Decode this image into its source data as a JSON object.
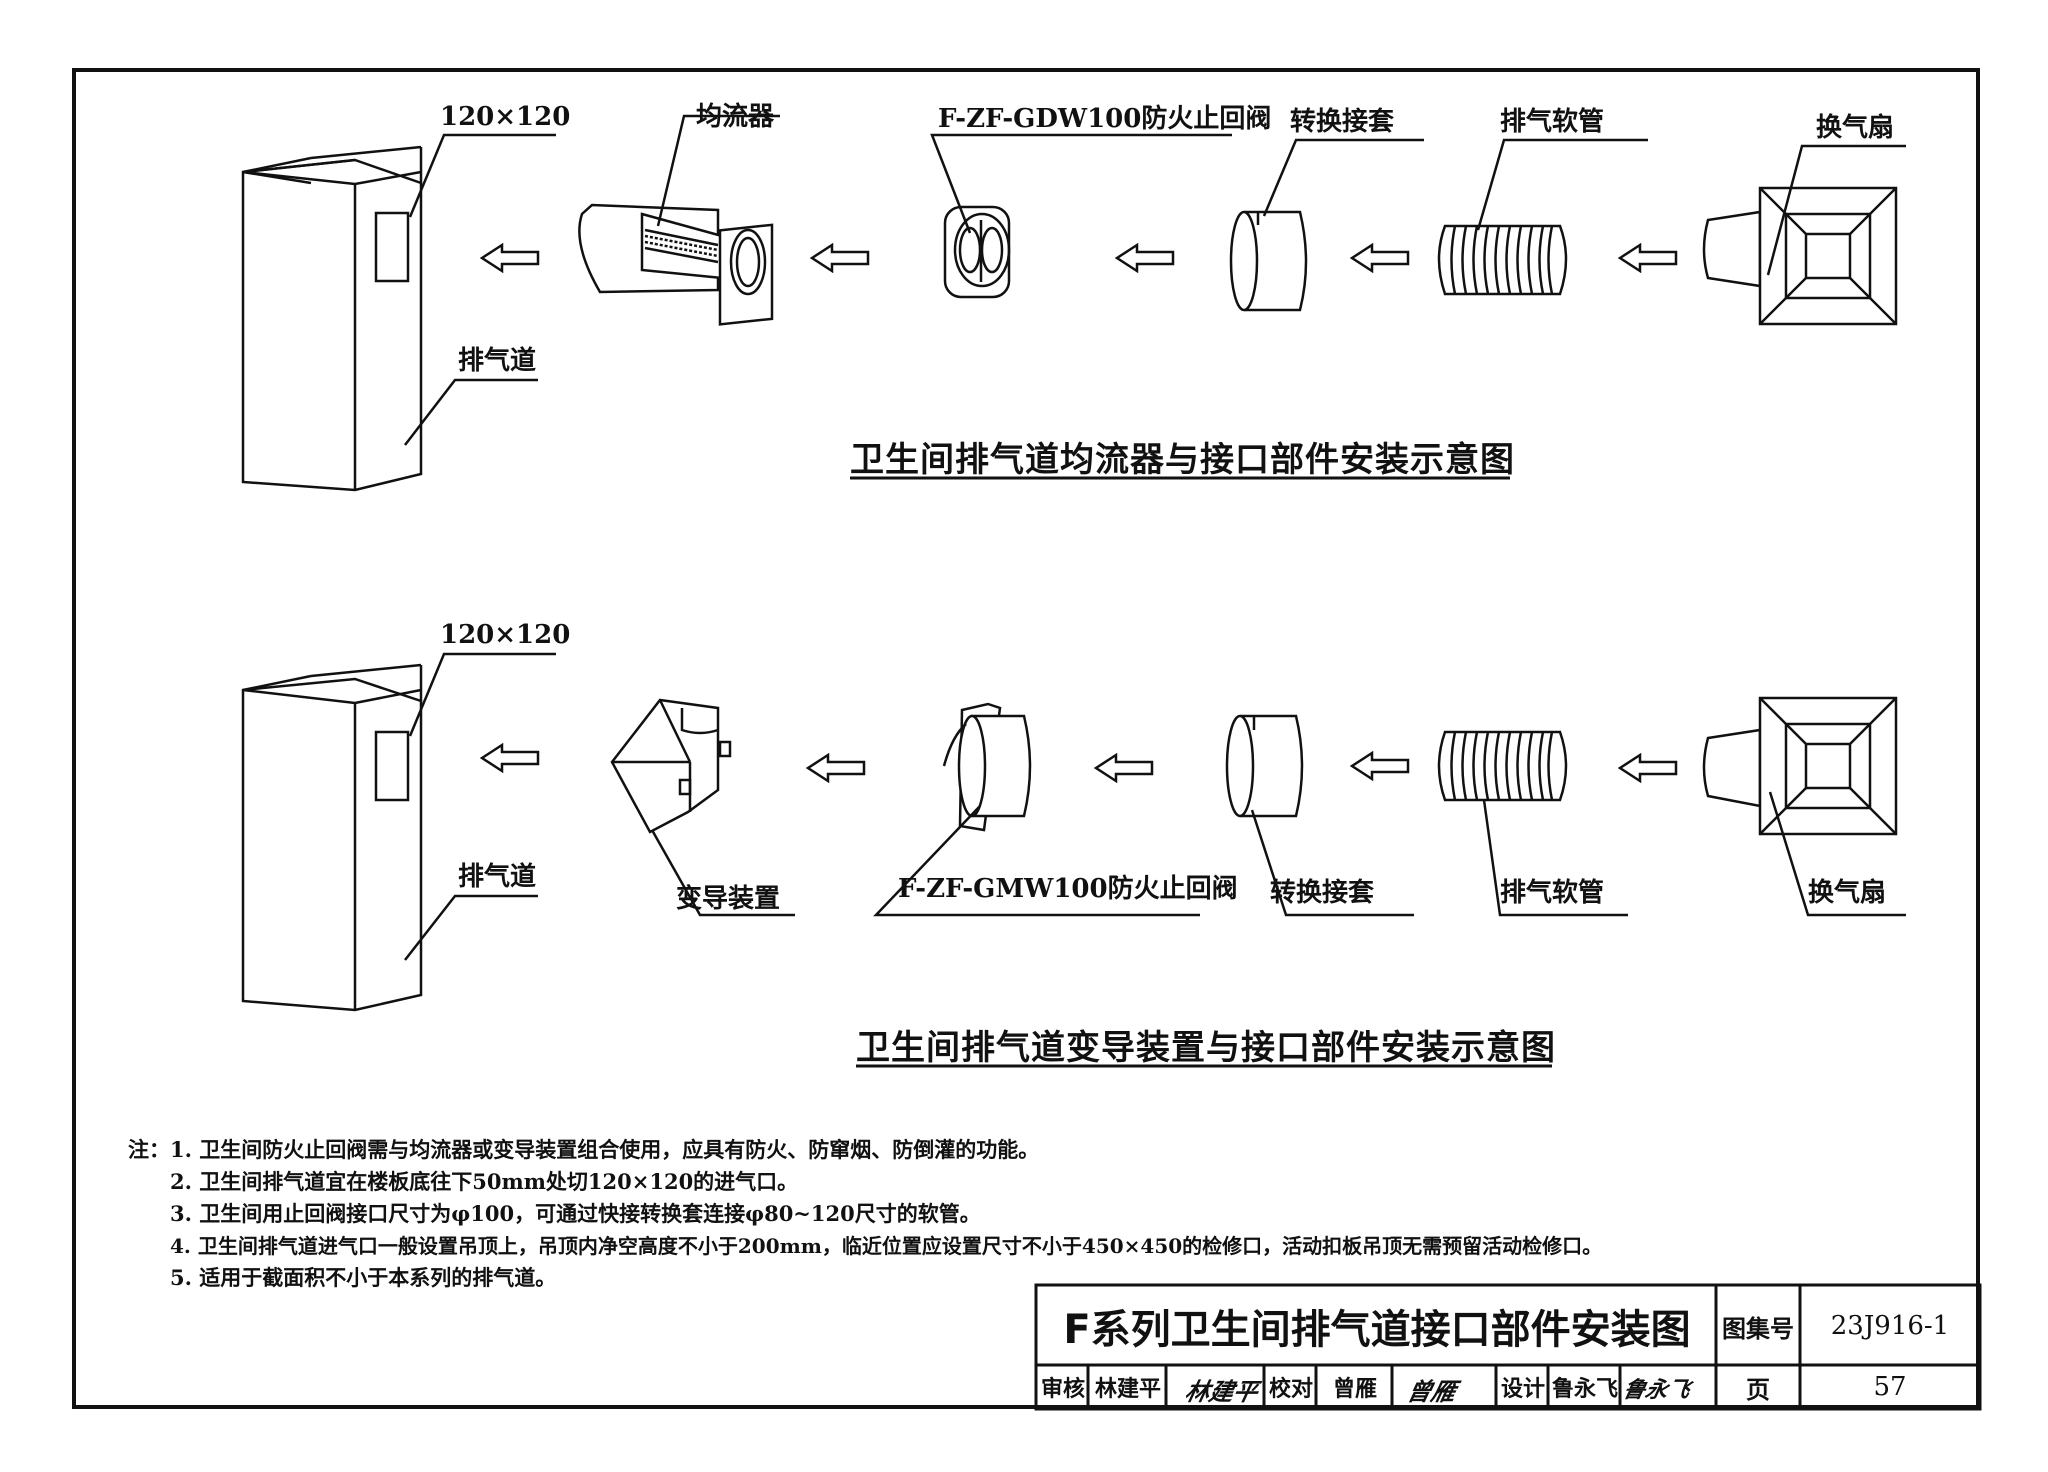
{
  "diagram1": {
    "caption": "卫生间排气道均流器与接口部件安装示意图",
    "labels": {
      "opening": "120×120",
      "duct": "排气道",
      "equalizer": "均流器",
      "valve": "F-ZF-GDW100防火止回阀",
      "adapter": "转换接套",
      "hose": "排气软管",
      "fan": "换气扇"
    }
  },
  "diagram2": {
    "caption": "卫生间排气道变导装置与接口部件安装示意图",
    "labels": {
      "opening": "120×120",
      "duct": "排气道",
      "diverter": "变导装置",
      "valve": "F-ZF-GMW100防火止回阀",
      "adapter": "转换接套",
      "hose": "排气软管",
      "fan": "换气扇"
    }
  },
  "notes": {
    "prefix": "注：",
    "items": [
      {
        "num": "1.",
        "text": "卫生间防火止回阀需与均流器或变导装置组合使用，应具有防火、防窜烟、防倒灌的功能。"
      },
      {
        "num": "2.",
        "text": "卫生间排气道宜在楼板底往下50mm处切120×120的进气口。"
      },
      {
        "num": "3.",
        "text": "卫生间用止回阀接口尺寸为φ100，可通过快接转换套连接φ80~120尺寸的软管。"
      },
      {
        "num": "4.",
        "text": "卫生间排气道进气口一般设置吊顶上，吊顶内净空高度不小于200mm，临近位置应设置尺寸不小于450×450的检修口，活动扣板吊顶无需预留活动检修口。"
      },
      {
        "num": "5.",
        "text": "适用于截面积不小于本系列的排气道。"
      }
    ]
  },
  "title_block": {
    "title": "F系列卫生间排气道接口部件安装图",
    "atlas_label": "图集号",
    "atlas_no": "23J916-1",
    "review_label": "审核",
    "reviewer": "林建平",
    "reviewer_sig": "林建平",
    "check_label": "校对",
    "checker": "曾雁",
    "checker_sig": "曾雁",
    "design_label": "设计",
    "designer": "鲁永飞",
    "designer_sig": "鲁永飞",
    "page_label": "页",
    "page_no": "57"
  }
}
